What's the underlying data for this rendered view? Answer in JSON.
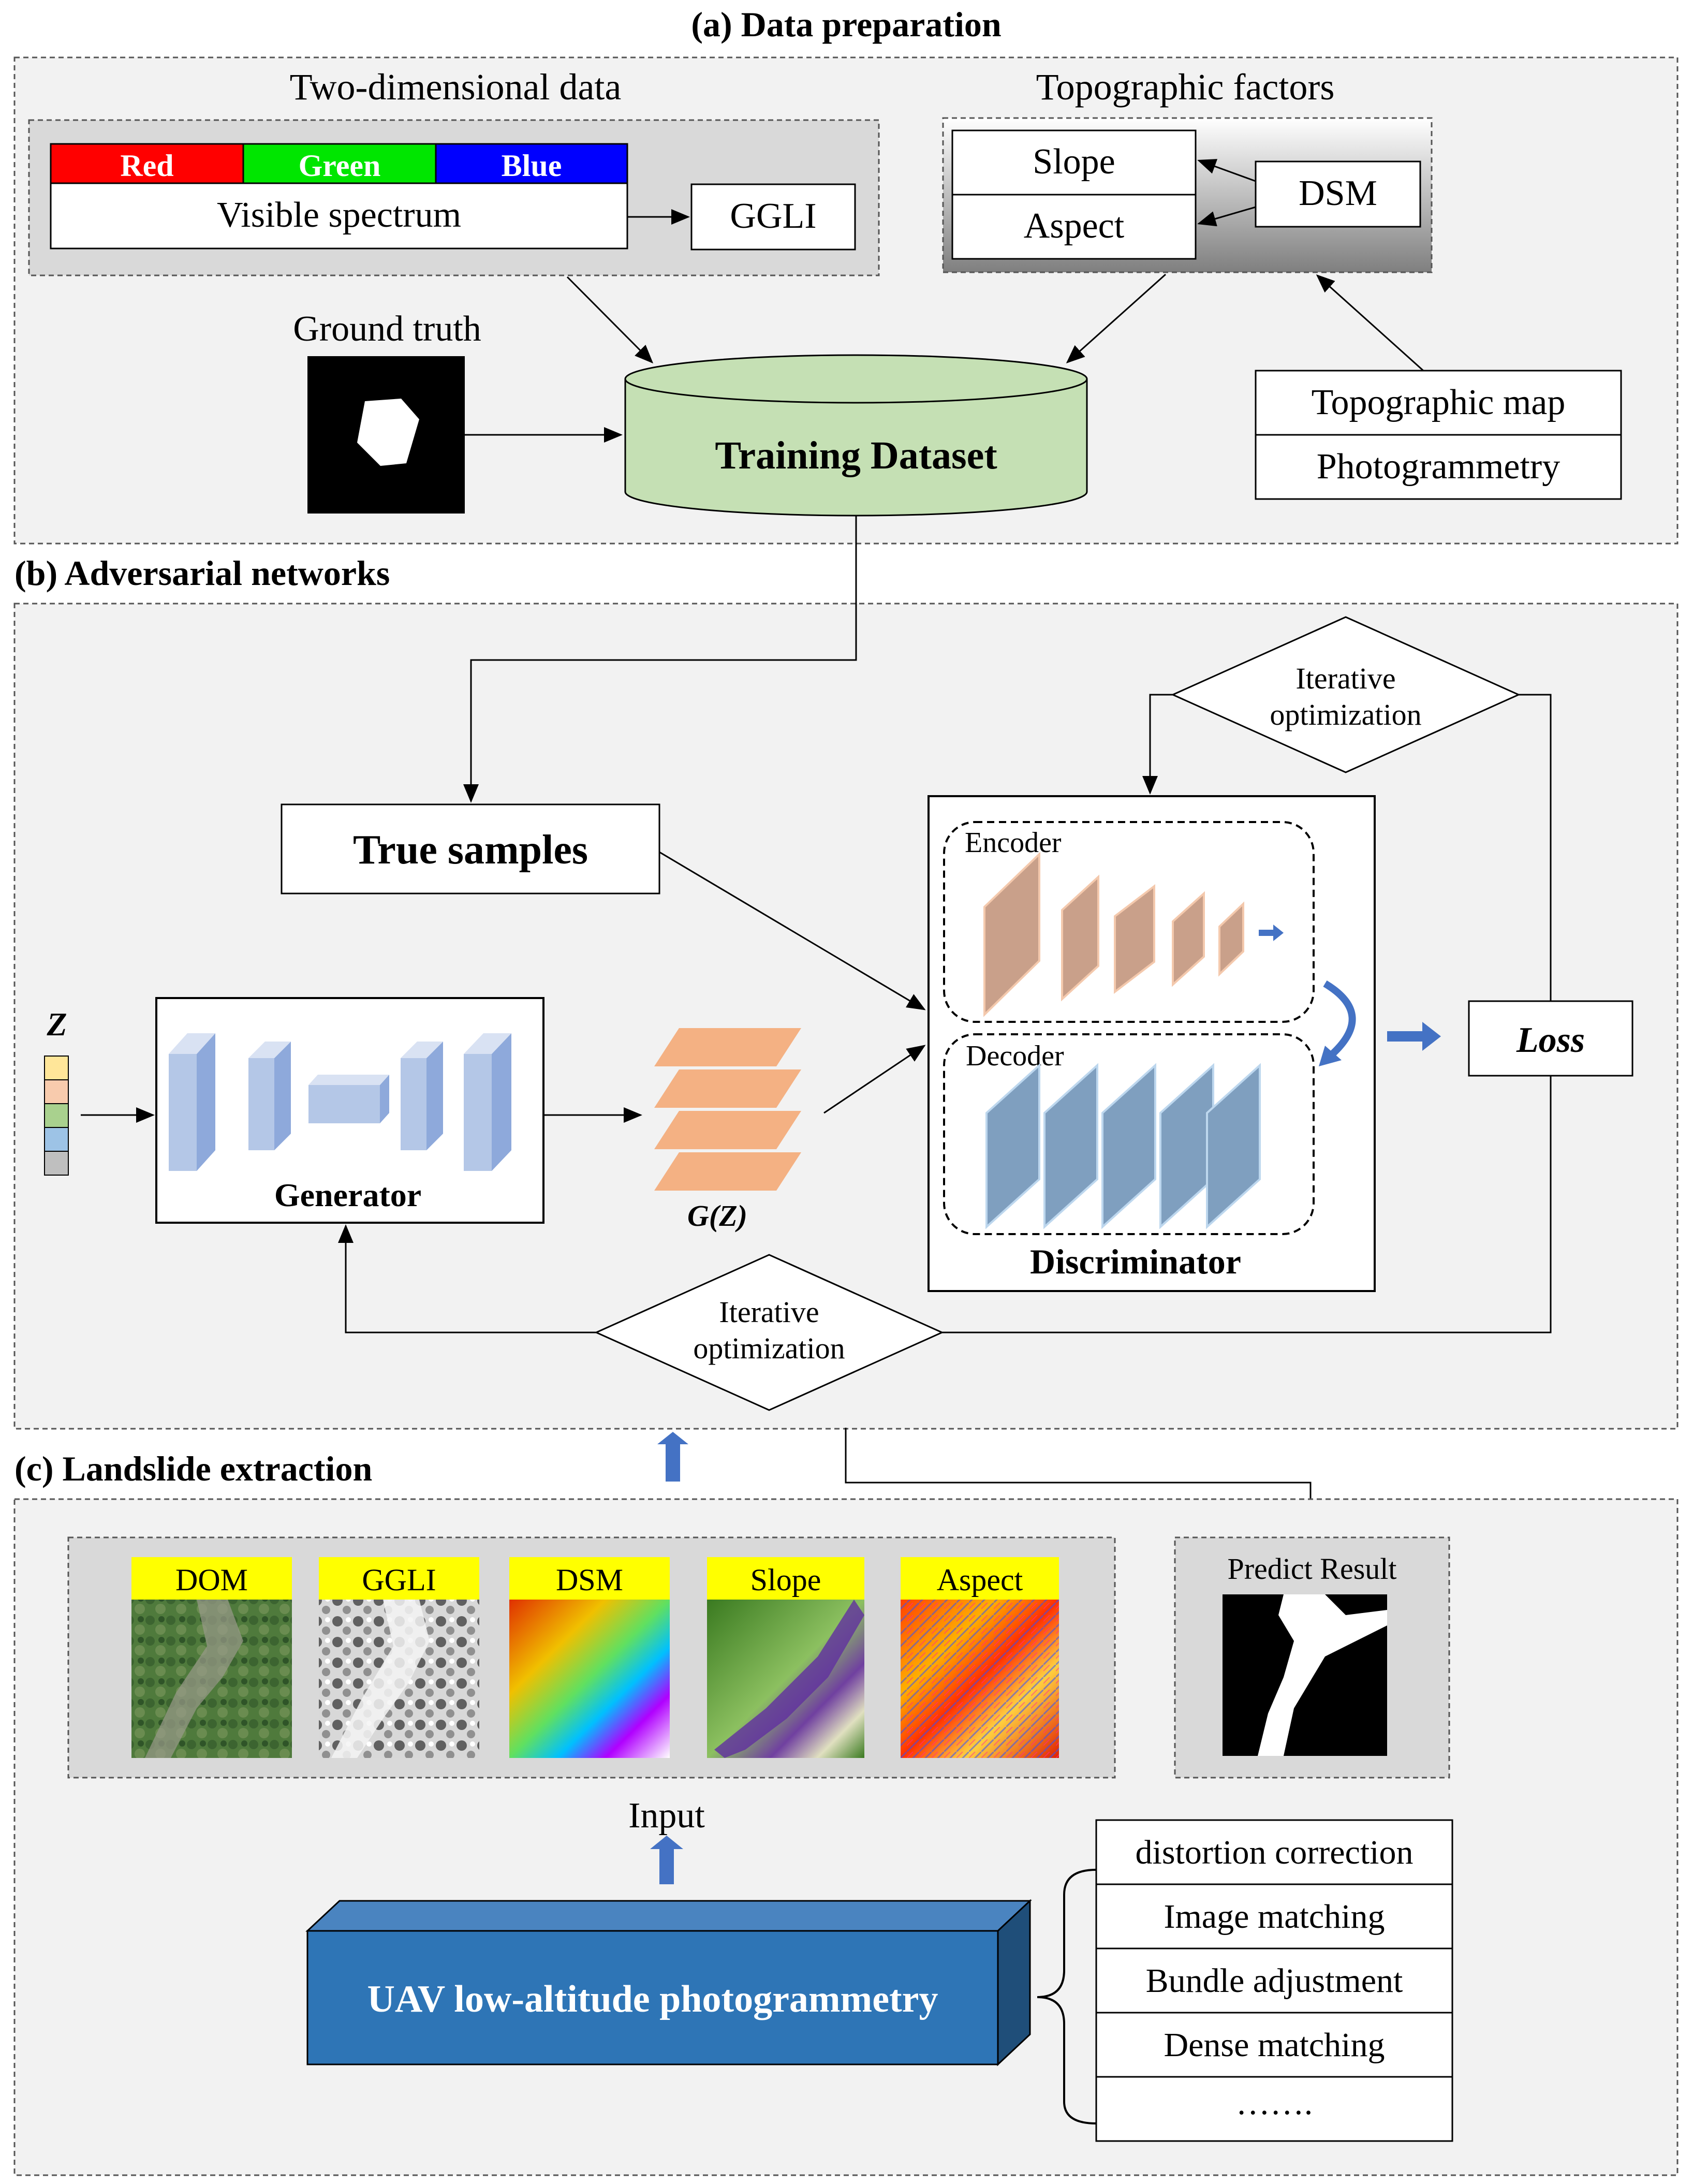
{
  "sections": {
    "a": {
      "title": "(a) Data preparation"
    },
    "b": {
      "title": "(b) Adversarial networks"
    },
    "c": {
      "title": "(c) Landslide extraction"
    }
  },
  "data_prep": {
    "two_dim_label": "Two-dimensional data",
    "bands": [
      "Red",
      "Green",
      "Blue"
    ],
    "band_colors": [
      "#ff0000",
      "#00e600",
      "#0000ff"
    ],
    "visible_spectrum": "Visible spectrum",
    "ggli": "GGLI",
    "topo_label": "Topographic factors",
    "slope": "Slope",
    "aspect": "Aspect",
    "dsm": "DSM",
    "ground_truth": "Ground truth",
    "training_dataset": "Training Dataset",
    "topo_map": "Topographic map",
    "photogrammetry": "Photogrammetry"
  },
  "adversarial": {
    "true_samples": "True samples",
    "iter_opt_top": [
      "Iterative",
      "optimization"
    ],
    "iter_opt_bottom": [
      "Iterative",
      "optimization"
    ],
    "encoder": "Encoder",
    "decoder": "Decoder",
    "discriminator": "Discriminator",
    "generator": "Generator",
    "z": "Z",
    "gz": "G(Z)",
    "loss": "Loss"
  },
  "extraction": {
    "tiles": [
      "DOM",
      "GGLI",
      "DSM",
      "Slope",
      "Aspect"
    ],
    "tile_label_color": "#ffff00",
    "predict_result": "Predict Result",
    "input": "Input",
    "uav": "UAV low-altitude photogrammetry",
    "steps": [
      "distortion correction",
      "Image matching",
      "Bundle adjustment",
      "Dense matching",
      "……."
    ]
  },
  "colors": {
    "accent_blue": "#4472c4",
    "training_green": "#c5e0b4",
    "uav_blue": "#2e75b6",
    "encoder_brown": "#c9a08a",
    "decoder_blue": "#7f9fbf",
    "generator_blue": "#b4c7e7",
    "gz_orange": "#f4b183"
  }
}
